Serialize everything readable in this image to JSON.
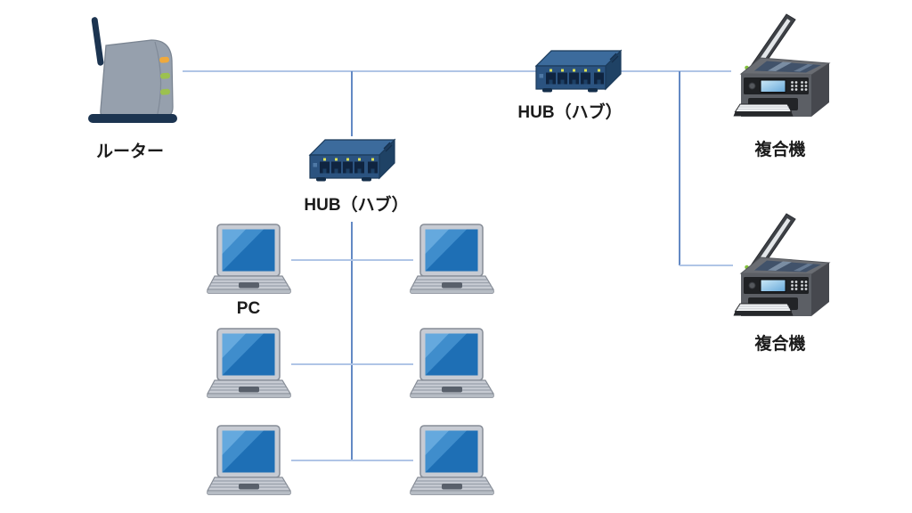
{
  "diagram": {
    "type": "network-topology",
    "nodes": [
      {
        "id": "router",
        "type": "router",
        "label": "ルーター"
      },
      {
        "id": "hub-top",
        "type": "hub",
        "label": "HUB（ハブ）"
      },
      {
        "id": "hub-middle",
        "type": "hub",
        "label": "HUB（ハブ）"
      },
      {
        "id": "printer-top",
        "type": "multifunction-printer",
        "label": "複合機"
      },
      {
        "id": "printer-bottom",
        "type": "multifunction-printer",
        "label": "複合機"
      },
      {
        "id": "pc-group",
        "type": "laptop",
        "label": "PC",
        "count": 6
      }
    ],
    "edges": [
      {
        "from": "router",
        "to": "hub-top"
      },
      {
        "from": "hub-top",
        "to": "printer-top"
      },
      {
        "from": "hub-top",
        "to": "printer-bottom"
      },
      {
        "from": "router",
        "to": "hub-middle"
      },
      {
        "from": "hub-middle",
        "to": "pc-1"
      },
      {
        "from": "hub-middle",
        "to": "pc-2"
      },
      {
        "from": "hub-middle",
        "to": "pc-3"
      },
      {
        "from": "hub-middle",
        "to": "pc-4"
      },
      {
        "from": "hub-middle",
        "to": "pc-5"
      },
      {
        "from": "hub-middle",
        "to": "pc-6"
      }
    ],
    "icons": {
      "router": "router-icon",
      "hub": "network-hub-icon",
      "printer": "multifunction-printer-icon",
      "pc": "laptop-icon"
    },
    "colors": {
      "background": "#ffffff",
      "line_horizontal": "#b0c5e6",
      "line_vertical": "#6389c4",
      "label_text": "#1b1b1b"
    }
  }
}
